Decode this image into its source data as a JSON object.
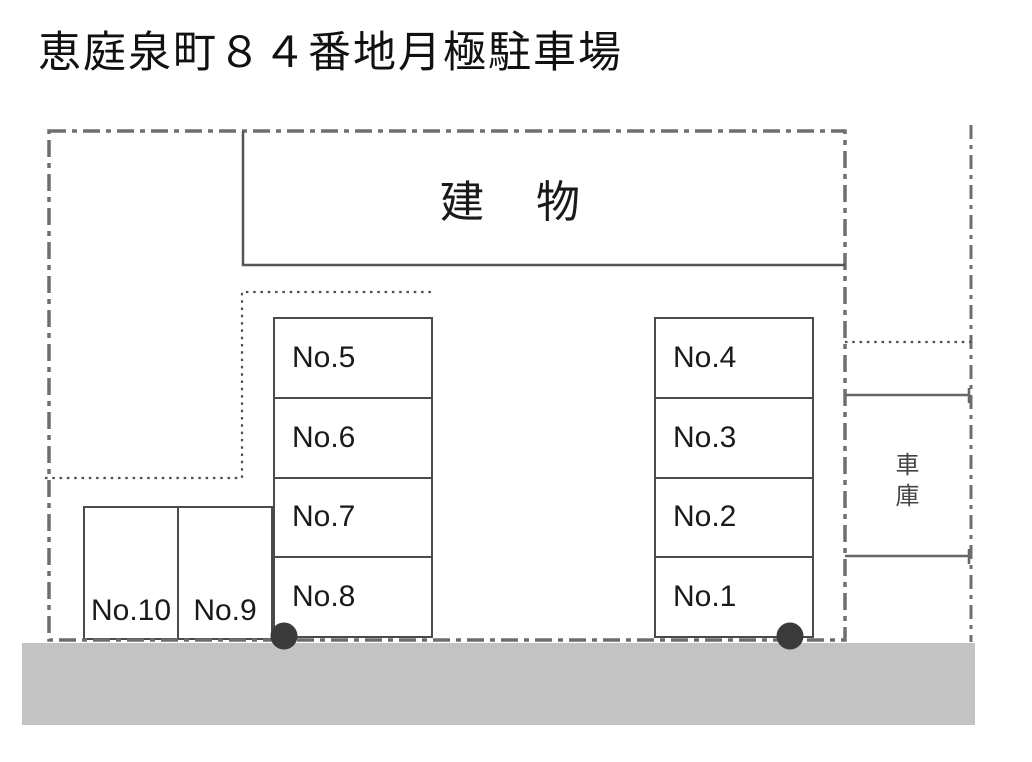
{
  "title": "恵庭泉町８４番地月極駐車場",
  "building": {
    "label": "建　物"
  },
  "garage": {
    "label": "車庫"
  },
  "spaces": {
    "left_column": [
      "No.5",
      "No.6",
      "No.7",
      "No.8"
    ],
    "right_column": [
      "No.4",
      "No.3",
      "No.2",
      "No.1"
    ],
    "bottom_row": [
      "No.10",
      "No.9"
    ]
  },
  "colors": {
    "boundary_line": "#6e6e6e",
    "dotted_line": "#4f4f4f",
    "box_border": "#4a4a4a",
    "road_fill": "#c3c3c4",
    "marker_dot": "#3a3a3a",
    "text": "#1a1a1a"
  }
}
